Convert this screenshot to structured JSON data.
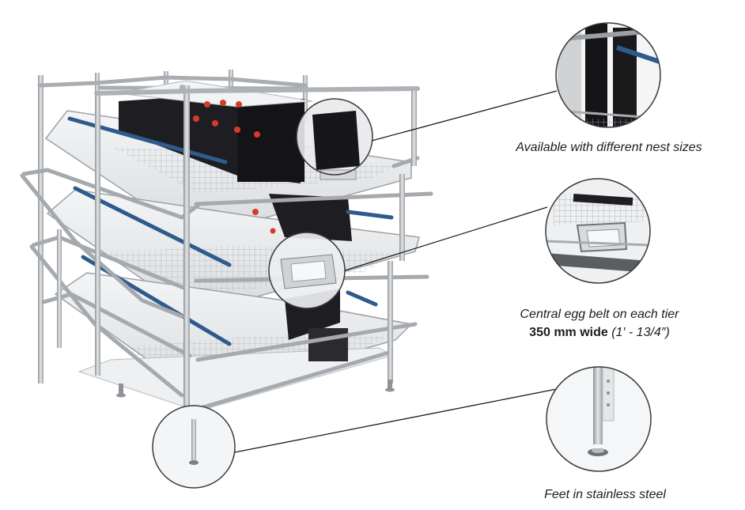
{
  "callouts": {
    "nest_sizes": {
      "caption": "Available with different nest sizes"
    },
    "egg_belt": {
      "caption_line1": "Central egg belt on each tier",
      "caption_bold": "350 mm wide",
      "caption_rest": " (1′ - 13/4″)"
    },
    "feet": {
      "caption": "Feet in stainless steel"
    }
  },
  "colors": {
    "frame_steel": "#b9bcbf",
    "nest_dark": "#1e1e22",
    "feed_trough_blue": "#2f5b8c",
    "drinker_red": "#d63a2a",
    "caption_text": "#1d1d1b"
  }
}
